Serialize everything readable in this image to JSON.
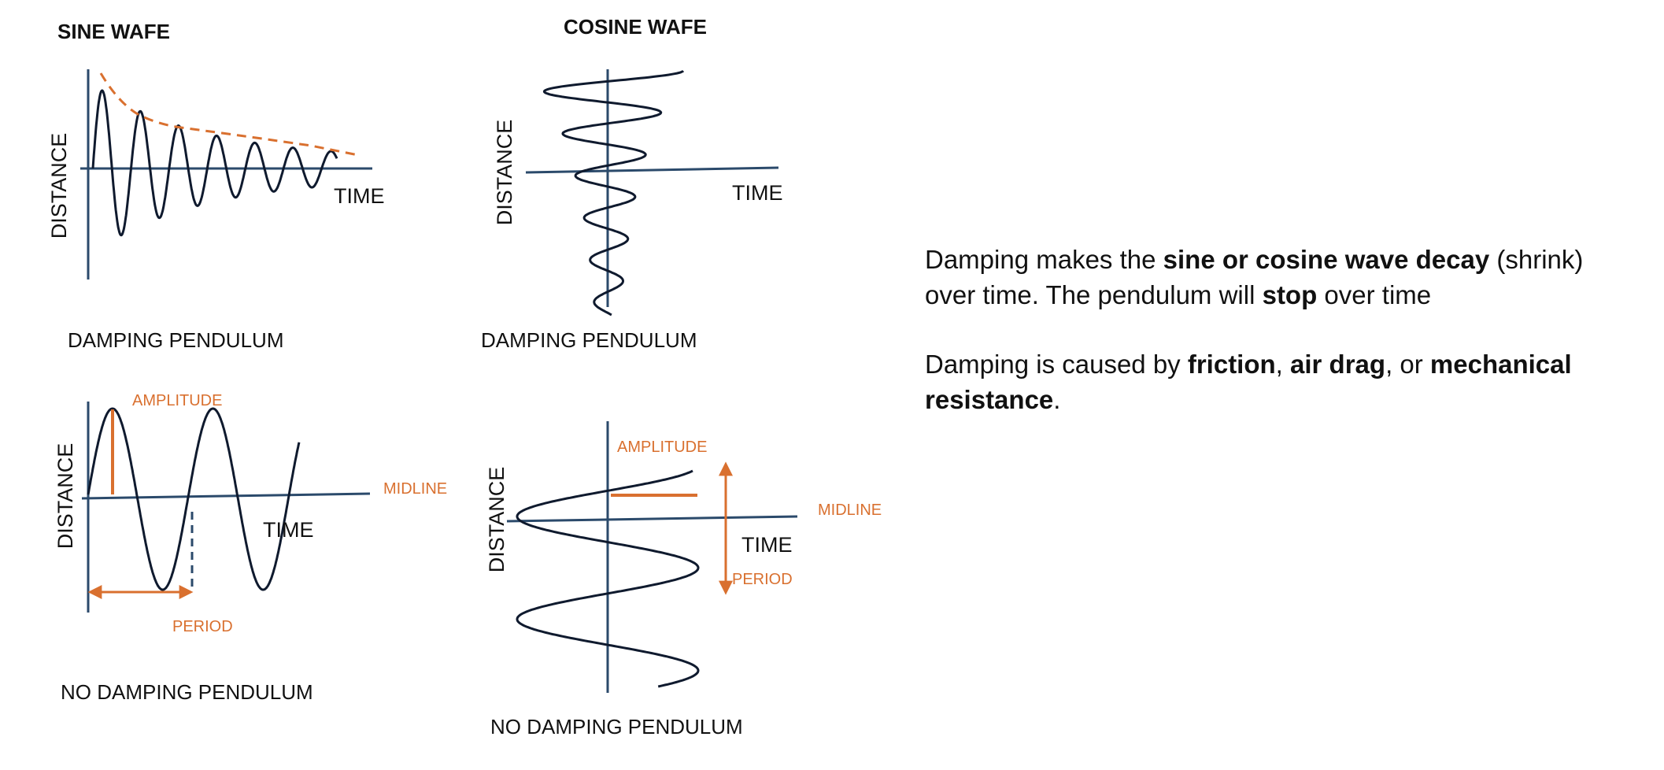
{
  "panels": {
    "sine_damped": {
      "title": "SINE WAFE",
      "ylabel": "DISTANCE",
      "xlabel": "TIME",
      "caption": "DAMPING  PENDULUM"
    },
    "cosine_damped": {
      "title": "COSINE WAFE",
      "ylabel": "DISTANCE",
      "xlabel": "TIME",
      "caption": "DAMPING  PENDULUM"
    },
    "sine_undamped": {
      "ylabel": "DISTANCE",
      "xlabel": "TIME",
      "amplitude": "AMPLITUDE",
      "midline": "MIDLINE",
      "period": "PERIOD",
      "caption": "NO DAMPING PENDULUM"
    },
    "cosine_undamped": {
      "ylabel": "DISTANCE",
      "xlabel": "TIME",
      "amplitude": "AMPLITUDE",
      "midline": "MIDLINE",
      "period": "PERIOD",
      "caption": "NO DAMPING PENDULUM"
    }
  },
  "notes": {
    "p1": {
      "a": "Damping makes the ",
      "b": "sine or cosine wave decay",
      "c": " (shrink) over time. The pendulum will ",
      "d": "stop",
      "e": " over time"
    },
    "p2": {
      "a": "Damping is caused by ",
      "b": "friction",
      "c": ", ",
      "d": "air drag",
      "e": ", or ",
      "f": "mechanical resistance",
      "g": "."
    }
  },
  "colors": {
    "axis": "#2b4a6b",
    "wave": "#0f1a2e",
    "accent": "#d9702f",
    "text": "#111111"
  }
}
